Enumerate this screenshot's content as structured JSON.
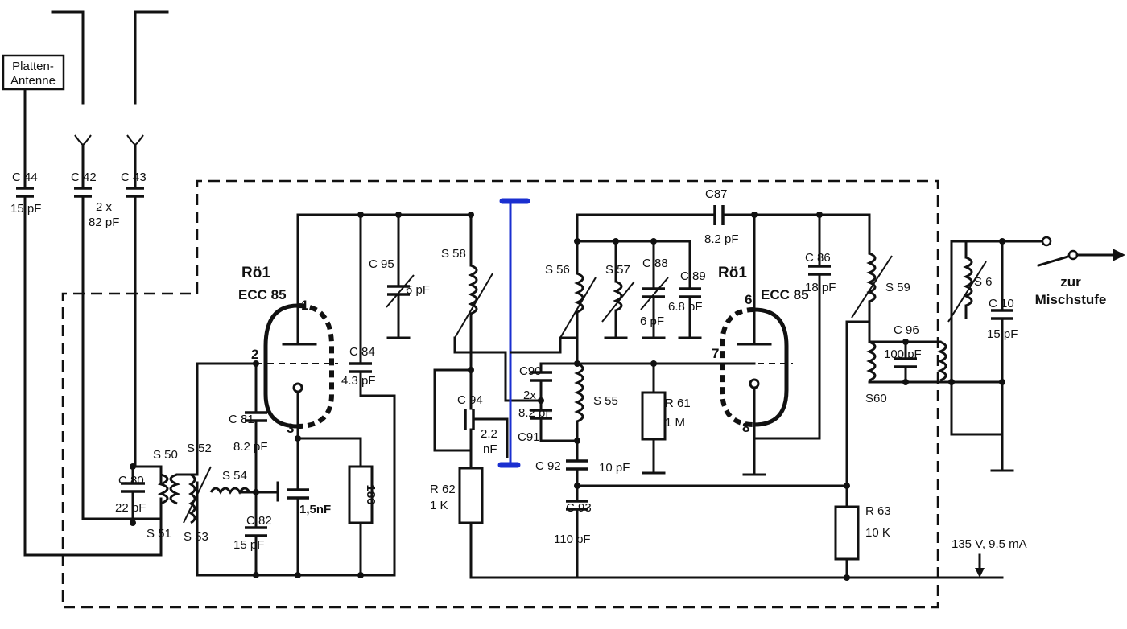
{
  "labels": {
    "platten_antenne_1": "Platten-",
    "platten_antenne_2": "Antenne",
    "c44": "C 44",
    "c44_val": "15  pF",
    "c42": "C 42",
    "c43": "C 43",
    "c42_43_val1": "2 x",
    "c42_43_val2": "82 pF",
    "c80": "C 80",
    "c80_val": "22  pF",
    "s50": "S 50",
    "s51": "S 51",
    "s52": "S 52",
    "s53": "S  53",
    "s54": "S 54",
    "c81": "C 81",
    "c81_val": "8.2  pF",
    "c82": "C 82",
    "c82_val": "15  pF",
    "c83_val": "1,5nF",
    "r180": "180",
    "tube1_name": "Rö1",
    "tube1_type": "ECC 85",
    "pin1": "1",
    "pin2": "2",
    "pin3": "3",
    "c84": "C 84",
    "c84_val": "4.3  pF",
    "c95": "C 95",
    "c95_val": "6 pF",
    "s58": "S 58",
    "c94": "C 94",
    "c94_val1": "2.2",
    "c94_val2": "nF",
    "r62": "R 62",
    "r62_val": "1 K",
    "c90": "C90",
    "c90_val1": "2x",
    "c90_val2": "8.2  pF",
    "c91": "C91",
    "c92": "C 92",
    "c92_val": "10 pF",
    "c93": "C 93",
    "c93_val": "110  pF",
    "s55": "S 55",
    "s56": "S 56",
    "s57": "S 57",
    "c88": "C 88",
    "c88_val": "6  pF",
    "c89": "C 89",
    "c89_val": "6.8  pF",
    "c87": "C87",
    "c87_val": "8.2 pF",
    "r61": "R 61",
    "r61_val": "1 M",
    "tube2_name": "Rö1",
    "tube2_type": "ECC 85",
    "pin6": "6",
    "pin7": "7",
    "pin8": "8",
    "c86": "C 86",
    "c86_val": "18 pF",
    "s59": "S 59",
    "s60": "S60",
    "c96": "C 96",
    "c96_val": "100 pF",
    "s6": "S 6",
    "c10": "C 10",
    "c10_val": "15  pF",
    "r63": "R 63",
    "r63_val": "10 K",
    "supply": "135 V, 9.5 mA",
    "out1": "zur",
    "out2": "Mischstufe"
  },
  "colors": {
    "ink": "#111111",
    "highlight": "#1a2fd0",
    "background": "#ffffff"
  }
}
